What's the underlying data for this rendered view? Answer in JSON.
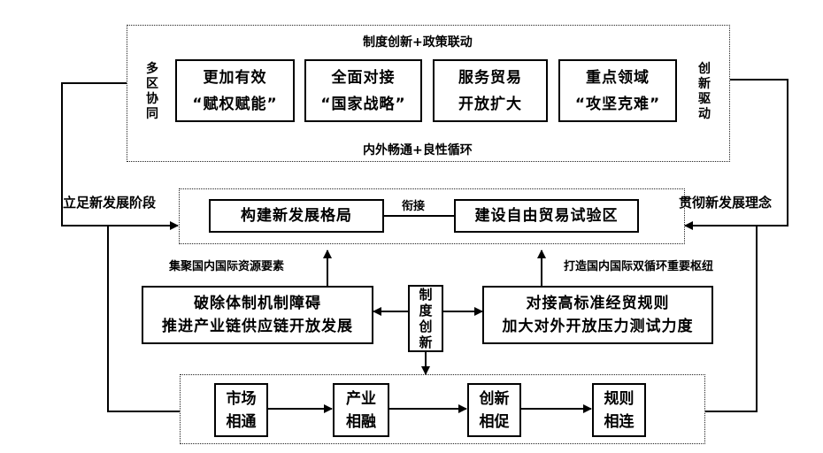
{
  "top_section": {
    "title": "制度创新+政策联动",
    "footer": "内外畅通+良性循环",
    "left_side": "多区协同",
    "right_side": "创新驱动",
    "boxes": [
      {
        "line1": "更加有效",
        "line2": "“赋权赋能”"
      },
      {
        "line1": "全面对接",
        "line2": "“国家战略”"
      },
      {
        "line1": "服务贸易",
        "line2": "开放扩大"
      },
      {
        "line1": "重点领域",
        "line2": "“攻坚克难”"
      }
    ]
  },
  "middle_section": {
    "left_box": "构建新发展格局",
    "connector": "衔接",
    "right_box": "建设自由贸易试验区"
  },
  "side_labels": {
    "left": "立足新发展阶段",
    "right": "贯彻新发展理念"
  },
  "arrow_labels": {
    "left": "集聚国内国际资源要素",
    "right": "打造国内国际双循环重要枢纽"
  },
  "center": {
    "vertical": "制度创新",
    "left_box": {
      "line1": "破除体制机制障碍",
      "line2": "推进产业链供应链开放发展"
    },
    "right_box": {
      "line1": "对接高标准经贸规则",
      "line2": "加大对外开放压力测试力度"
    }
  },
  "bottom_section": {
    "boxes": [
      {
        "line1": "市场",
        "line2": "相通"
      },
      {
        "line1": "产业",
        "line2": "相融"
      },
      {
        "line1": "创新",
        "line2": "相促"
      },
      {
        "line1": "规则",
        "line2": "相连"
      }
    ]
  }
}
